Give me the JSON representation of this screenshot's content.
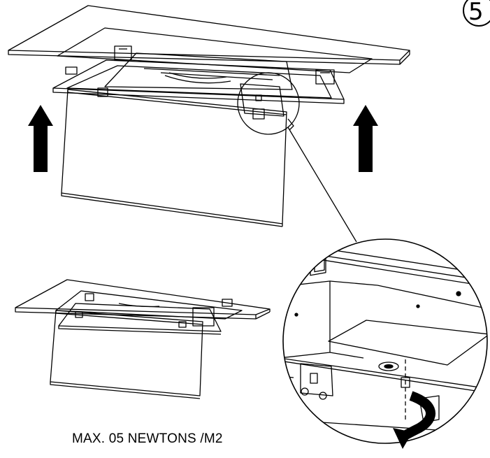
{
  "step": {
    "number": "5"
  },
  "caption": {
    "text": "MAX. 05 NEWTONS /M2"
  },
  "icons": {
    "lift_arrows": "up-arrow-icon",
    "rotate": "rotate-arrow-icon",
    "detail": "magnifier-callout"
  },
  "colors": {
    "line": "#000000",
    "background": "#ffffff"
  }
}
